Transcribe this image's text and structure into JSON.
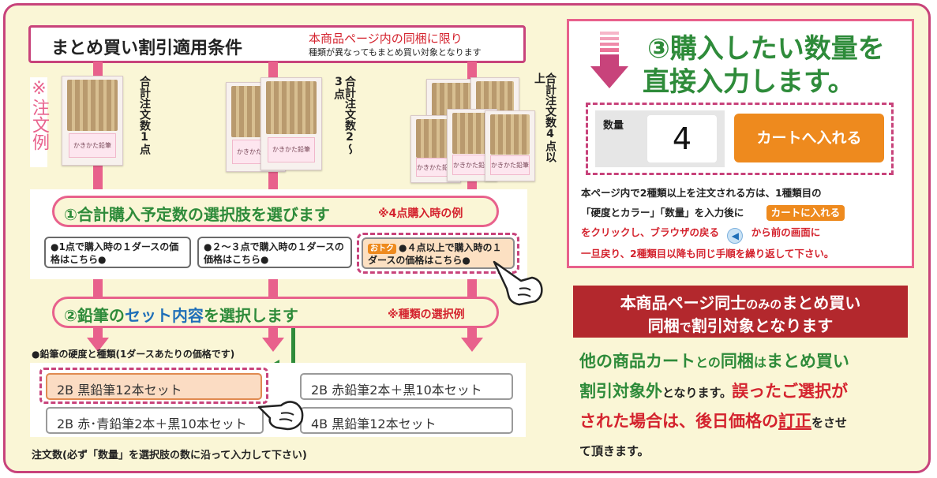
{
  "left": {
    "conditions_title": "まとめ買い割引適用条件",
    "conditions_note_red": "本商品ページ内の同梱に限り",
    "conditions_note_black": "種類が異なってもまとめ買い対象となります",
    "example_label": "※注文例",
    "qty1_label": "合計注文数1点",
    "qty2_label": "合計注文数2〜3点",
    "qty3_label": "合計注文数4点以上",
    "package_label": "かきかた鉛筆",
    "step1_title": "①合計購入予定数の選択肢を選びます",
    "step1_note": "※4点購入時の例",
    "option1": "●1点で購入時の１ダースの価格はこちら●",
    "option2": "●２〜３点で購入時の１ダースの価格はこちら●",
    "option3_badge": "おトク",
    "option3": "●４点以上で購入時の１ダースの価格はこちら●",
    "step2_title_a": "②鉛筆の",
    "step2_title_b": "セット内容",
    "step2_title_c": "を選択します",
    "step2_note": "※種類の選択例",
    "pencil_type_heading": "●鉛筆の硬度と種類(1ダースあたりの価格です)",
    "sets": [
      "2B 黒鉛筆12本セット",
      "2B 赤鉛筆2本＋黒10本セット",
      "2B 赤･青鉛筆2本＋黒10本セット",
      "4B 黒鉛筆12本セット"
    ],
    "footer_note": "注文数(必ず「数量」を選択肢の数に沿って入力して下さい)"
  },
  "right": {
    "step3_line1": "③購入したい数量を",
    "step3_line2": "直接入力します。",
    "qty_label": "数量",
    "qty_value": "4",
    "cart_button": "カートへ入れる",
    "info_line1": "本ページ内で2種類以上を注文される方は、1種類目の",
    "info_line2a": "「硬度とカラー」「数量」を入力後に",
    "info_cart_badge": "カートに入れる",
    "info_line3a": "をクリックし、ブラウザの戻る",
    "info_line3b": "から前の画面に",
    "info_line4": "一旦戻り、2種類目以降も同じ手順を繰り返して下さい。",
    "banner_line1a": "本商品ページ同士",
    "banner_line1b": "のみの",
    "banner_line1c": "まとめ買い",
    "banner_line2a": "同梱",
    "banner_line2b": "で",
    "banner_line2c": "割引対象となります",
    "warn_l1a": "他の商品カート",
    "warn_l1b": "との",
    "warn_l1c": "同梱",
    "warn_l1d": "は",
    "warn_l1e": "まとめ買い",
    "warn_l2a": "割引対象外",
    "warn_l2b": "となります。",
    "warn_l2c": "誤ったご選択が",
    "warn_l3a": "された場合は、後日価格の",
    "warn_l3b": "訂正",
    "warn_l3c": "をさせ",
    "warn_l4": "て頂きます。"
  },
  "colors": {
    "pink": "#e8618c",
    "frame": "#c8437b",
    "green": "#2e8b3a",
    "orange": "#ee8a1e",
    "red": "#d4232e",
    "blue": "#1f6fb8",
    "banner": "#b3282d"
  }
}
